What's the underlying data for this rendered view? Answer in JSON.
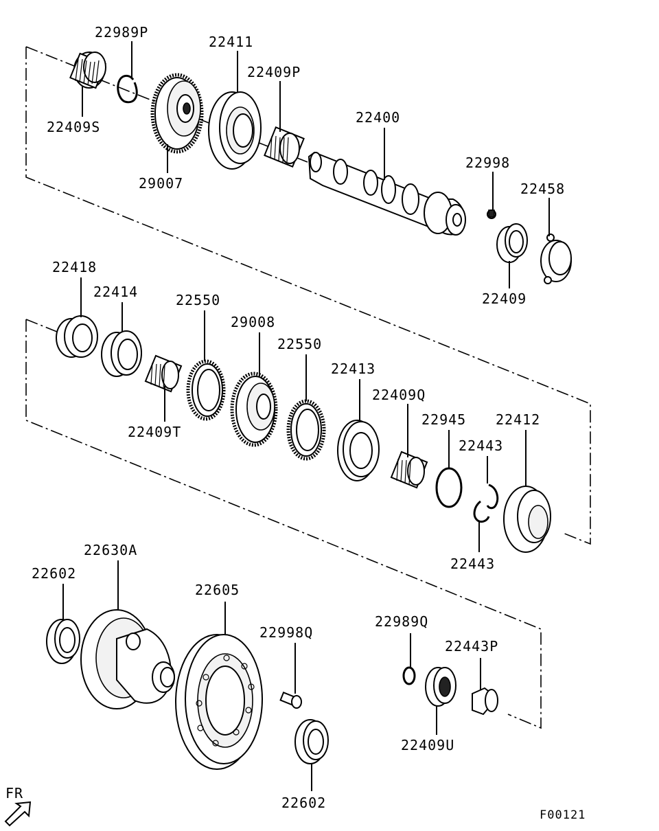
{
  "diagram": {
    "figure_code": "F00121",
    "direction_label": "FR",
    "callouts": {
      "p22989P": "22989P",
      "p22411": "22411",
      "p22409P": "22409P",
      "p22409S": "22409S",
      "p29007": "29007",
      "p22400": "22400",
      "p22998": "22998",
      "p22458": "22458",
      "p22409": "22409",
      "p22418": "22418",
      "p22414": "22414",
      "p22550a": "22550",
      "p29008": "29008",
      "p22550b": "22550",
      "p22413": "22413",
      "p22409Q": "22409Q",
      "p22945": "22945",
      "p22412": "22412",
      "p22443a": "22443",
      "p22443b": "22443",
      "p22409T": "22409T",
      "p22630A": "22630A",
      "p22602a": "22602",
      "p22605": "22605",
      "p22998Q": "22998Q",
      "p22989Q": "22989Q",
      "p22443P": "22443P",
      "p22409U": "22409U",
      "p22602b": "22602"
    }
  }
}
